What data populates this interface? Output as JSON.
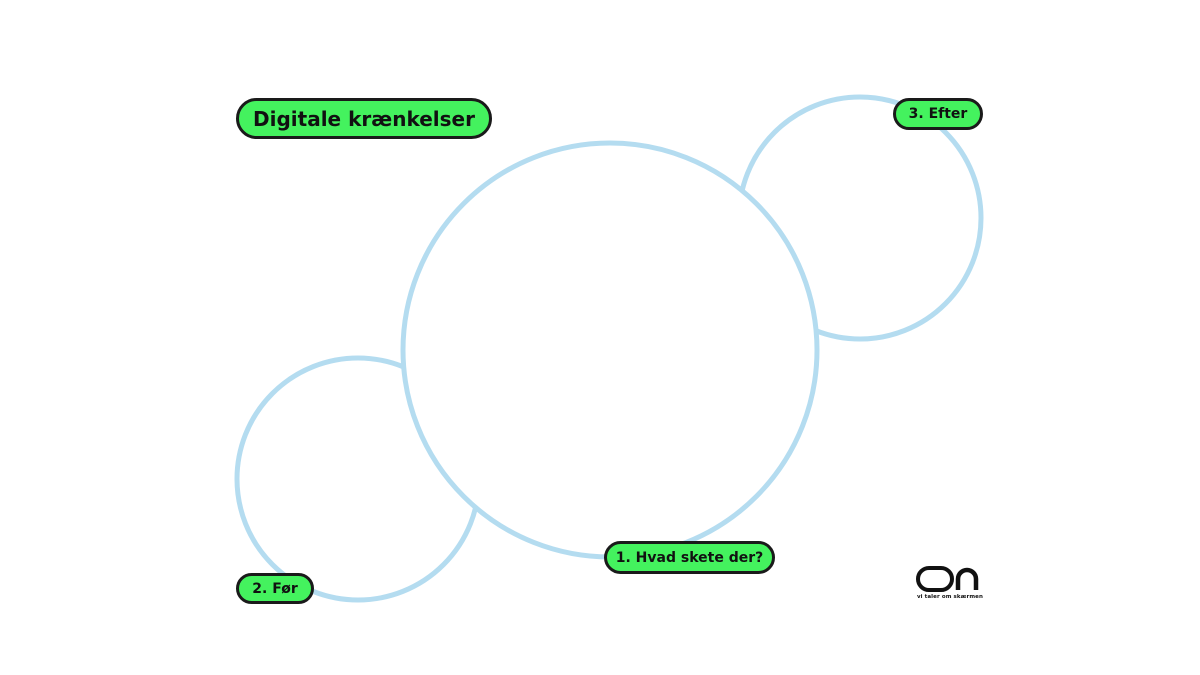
{
  "title": "Digitale krænkelser",
  "stages": {
    "what": "1. Hvad skete der?",
    "before": "2. Før",
    "after": "3. Efter"
  },
  "brand": {
    "logo_text": "on",
    "tagline": "vi taler om skærmen"
  },
  "colors": {
    "circle_stroke": "#b4dcf0",
    "pill_fill": "#44f25e",
    "pill_border": "#1a1a1a",
    "text": "#111111"
  }
}
